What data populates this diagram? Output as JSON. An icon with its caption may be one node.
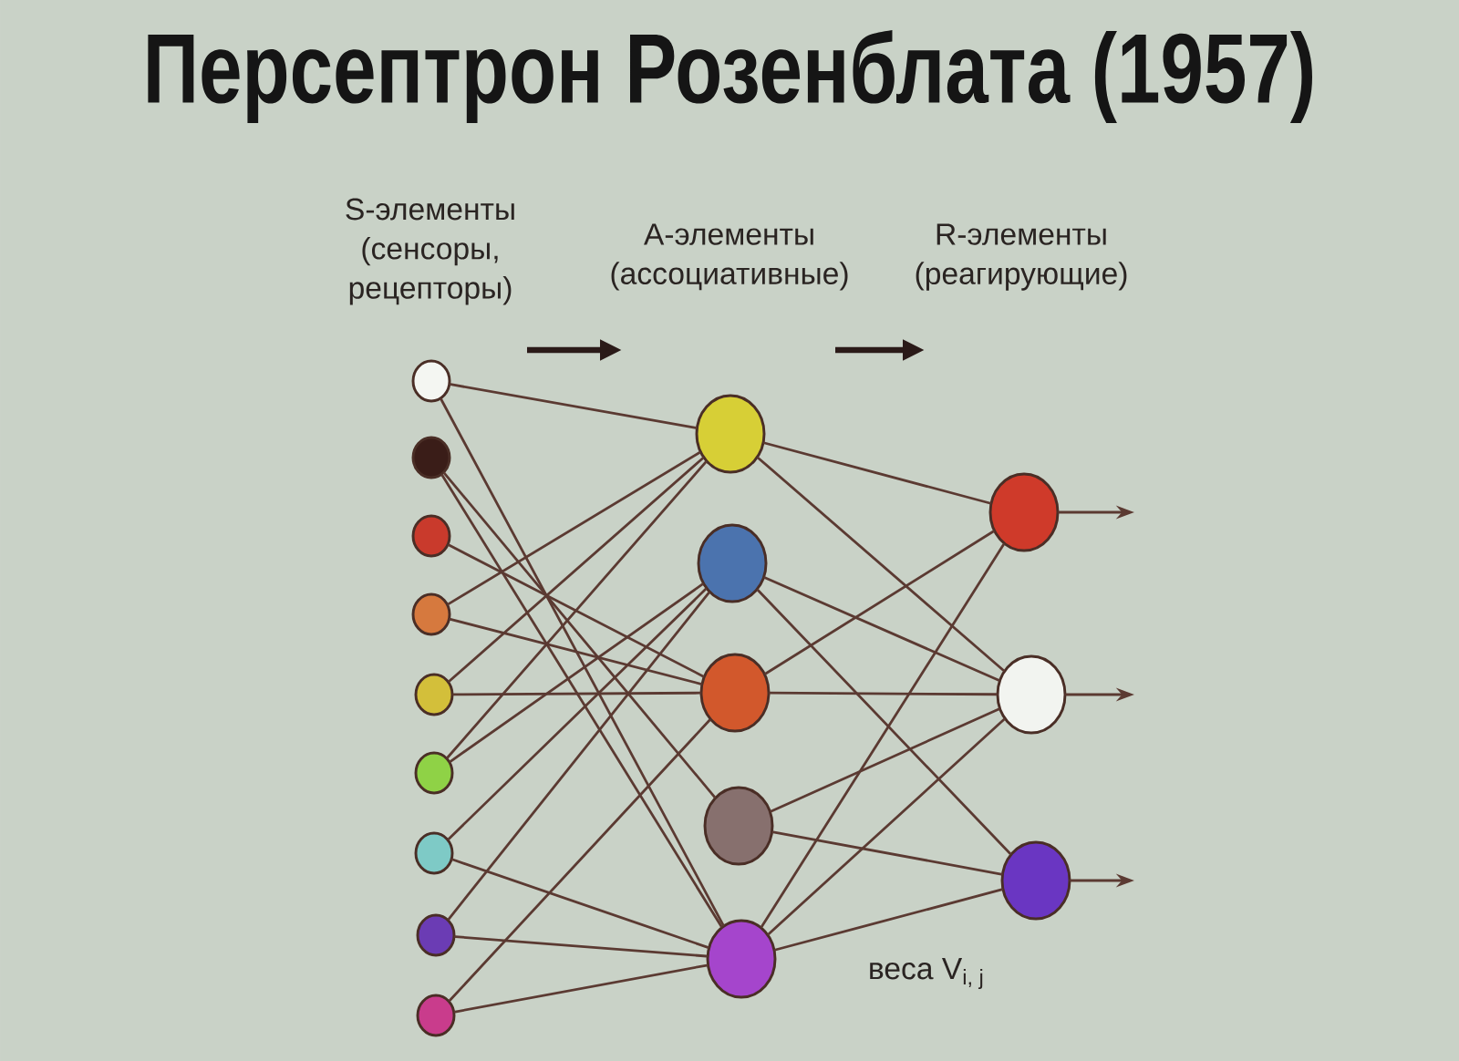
{
  "diagram": {
    "title": "Персептрон Розенблата (1957)",
    "nodes": [
      {
        "text": [],
        "shape": "circle"
      },
      {
        "text": [],
        "shape": "circle"
      },
      {
        "text": [],
        "shape": "circle"
      },
      {
        "text": [],
        "shape": "circle"
      },
      {
        "text": [],
        "shape": "circle"
      },
      {
        "text": [],
        "shape": "circle"
      },
      {
        "text": [],
        "shape": "circle"
      },
      {
        "text": [],
        "shape": "circle"
      },
      {
        "text": [],
        "shape": "circle"
      },
      {
        "text": [],
        "shape": "circle"
      },
      {
        "text": [],
        "shape": "circle"
      },
      {
        "text": [],
        "shape": "circle"
      },
      {
        "text": [],
        "shape": "circle"
      },
      {
        "text": [],
        "shape": "circle"
      },
      {
        "text": [],
        "shape": "circle"
      },
      {
        "text": [],
        "shape": "circle"
      },
      {
        "text": [],
        "shape": "circle"
      }
    ],
    "edges": [
      {
        "from": 0,
        "to": 9,
        "arrow": "none"
      },
      {
        "from": 0,
        "to": 13,
        "arrow": "none"
      },
      {
        "from": 1,
        "to": 12,
        "arrow": "none"
      },
      {
        "from": 1,
        "to": 13,
        "arrow": "none"
      },
      {
        "from": 2,
        "to": 11,
        "arrow": "none"
      },
      {
        "from": 3,
        "to": 9,
        "arrow": "none"
      },
      {
        "from": 3,
        "to": 11,
        "arrow": "none"
      },
      {
        "from": 4,
        "to": 9,
        "arrow": "none"
      },
      {
        "from": 4,
        "to": 11,
        "arrow": "none"
      },
      {
        "from": 5,
        "to": 9,
        "arrow": "none"
      },
      {
        "from": 5,
        "to": 10,
        "arrow": "none"
      },
      {
        "from": 6,
        "to": 10,
        "arrow": "none"
      },
      {
        "from": 6,
        "to": 13,
        "arrow": "none"
      },
      {
        "from": 7,
        "to": 10,
        "arrow": "none"
      },
      {
        "from": 7,
        "to": 13,
        "arrow": "none"
      },
      {
        "from": 8,
        "to": 11,
        "arrow": "none"
      },
      {
        "from": 8,
        "to": 13,
        "arrow": "none"
      },
      {
        "from": 9,
        "to": 14,
        "arrow": "none"
      },
      {
        "from": 9,
        "to": 15,
        "arrow": "none"
      },
      {
        "from": 10,
        "to": 15,
        "arrow": "none"
      },
      {
        "from": 10,
        "to": 16,
        "arrow": "none"
      },
      {
        "from": 11,
        "to": 14,
        "arrow": "none"
      },
      {
        "from": 11,
        "to": 15,
        "arrow": "none"
      },
      {
        "from": 12,
        "to": 15,
        "arrow": "none"
      },
      {
        "from": 12,
        "to": 16,
        "arrow": "none"
      },
      {
        "from": 13,
        "to": 14,
        "arrow": "none"
      },
      {
        "from": 13,
        "to": 15,
        "arrow": "none"
      },
      {
        "from": 13,
        "to": 16,
        "arrow": "none"
      },
      {
        "from": 14,
        "to": null,
        "arrow": "to"
      },
      {
        "from": 15,
        "to": null,
        "arrow": "to"
      },
      {
        "from": 16,
        "to": null,
        "arrow": "to"
      }
    ],
    "labels": [
      "S-элементы (сенсоры, рецепторы)",
      "A-элементы (ассоциативные)",
      "R-элементы (реагирующие)",
      "веса V$_{i, j}$"
    ]
  }
}
